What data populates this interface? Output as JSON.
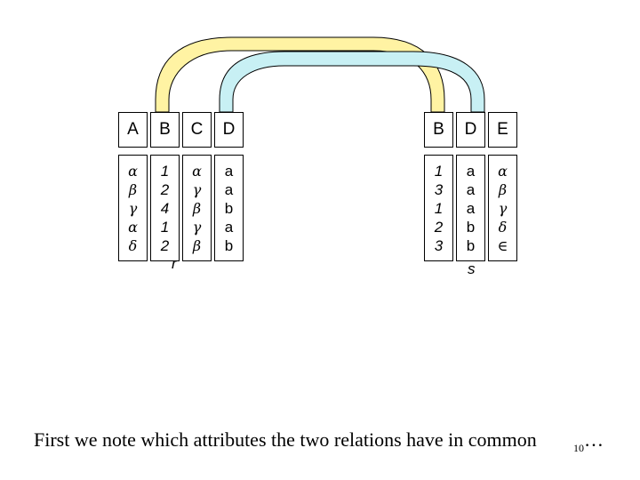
{
  "relation_r": {
    "name": "r",
    "headers": [
      "A",
      "B",
      "C",
      "D"
    ],
    "columns": [
      [
        "α",
        "β",
        "γ",
        "α",
        "δ"
      ],
      [
        "1",
        "2",
        "4",
        "1",
        "2"
      ],
      [
        "α",
        "γ",
        "β",
        "γ",
        "β"
      ],
      [
        "a",
        "a",
        "b",
        "a",
        "b"
      ]
    ]
  },
  "relation_s": {
    "name": "s",
    "headers": [
      "B",
      "D",
      "E"
    ],
    "columns": [
      [
        "1",
        "3",
        "1",
        "2",
        "3"
      ],
      [
        "a",
        "a",
        "a",
        "b",
        "b"
      ],
      [
        "α",
        "β",
        "γ",
        "δ",
        "∈"
      ]
    ]
  },
  "connectors": [
    {
      "from": "r.B",
      "to": "s.B",
      "color": "#fff3a3"
    },
    {
      "from": "r.D",
      "to": "s.D",
      "color": "#c8f0f4"
    }
  ],
  "caption": "First we note which attributes the two relations have in common",
  "slide_number": "10",
  "ellipsis": "…"
}
